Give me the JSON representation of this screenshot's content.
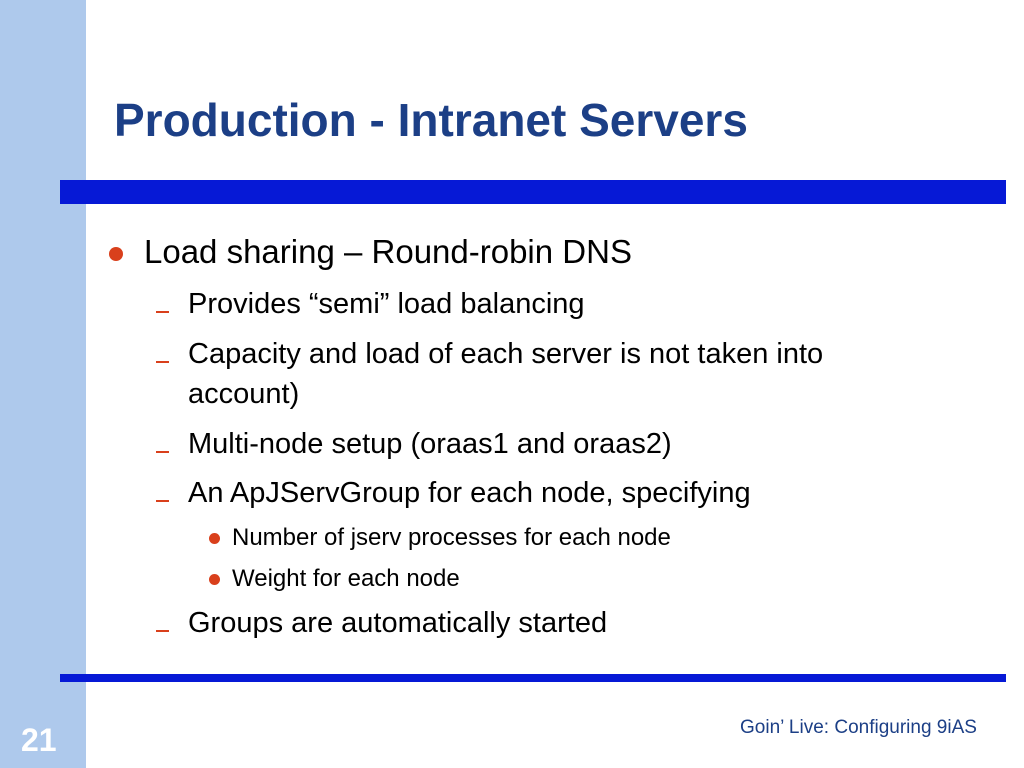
{
  "slide": {
    "title": "Production - Intranet Servers",
    "page_number": "21",
    "footer": "Goin’ Live: Configuring 9iAS",
    "bullets": [
      "Load sharing – Round-robin DNS",
      "Provides “semi” load balancing",
      "Capacity and load of each server is not taken into",
      "account)",
      "Multi-node setup (oraas1 and oraas2)",
      "An ApJServGroup for each node, specifying",
      "Number of jserv processes for each node",
      "Weight for each node",
      "Groups are automatically started"
    ]
  },
  "colors": {
    "title": "#1c3f86",
    "side_band": "#aec9ec",
    "rule": "#0619d6",
    "bullet": "#d9401c"
  }
}
